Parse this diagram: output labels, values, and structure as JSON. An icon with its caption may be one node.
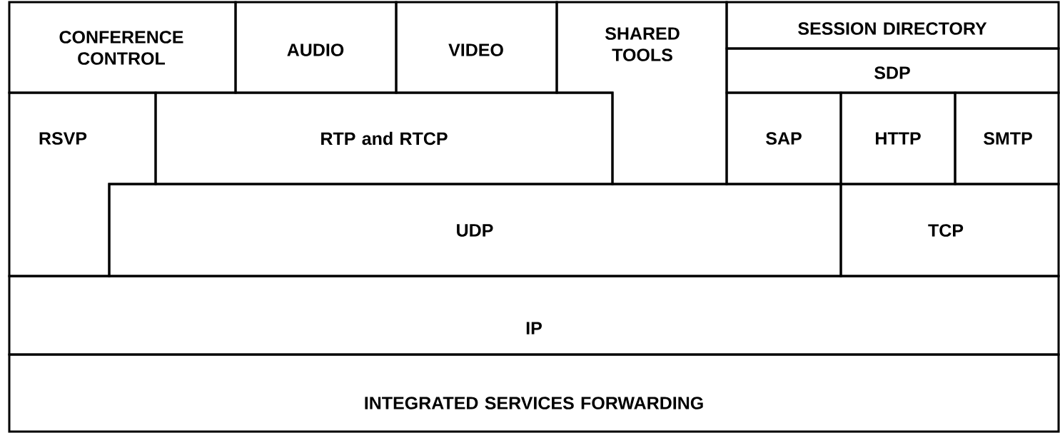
{
  "diagram": {
    "nodes": [
      {
        "text": [
          "CONFERENCE CONTROL"
        ]
      },
      {
        "text": [
          "AUDIO"
        ]
      },
      {
        "text": [
          "VIDEO"
        ]
      },
      {
        "text": [
          "SHARED TOOLS"
        ]
      },
      {
        "text": [
          "SESSION DIRECTORY"
        ]
      },
      {
        "text": [
          "SDP"
        ]
      },
      {
        "text": [
          "RSVP"
        ]
      },
      {
        "text": [
          "RTP and RTCP"
        ]
      },
      {
        "text": [
          "SAP"
        ]
      },
      {
        "text": [
          "HTTP"
        ]
      },
      {
        "text": [
          "SMTP"
        ]
      },
      {
        "text": [
          "UDP"
        ]
      },
      {
        "text": [
          "TCP"
        ]
      },
      {
        "text": [
          "IP"
        ]
      },
      {
        "text": [
          "INTEGRATED SERVICES FORWARDING"
        ]
      }
    ]
  }
}
